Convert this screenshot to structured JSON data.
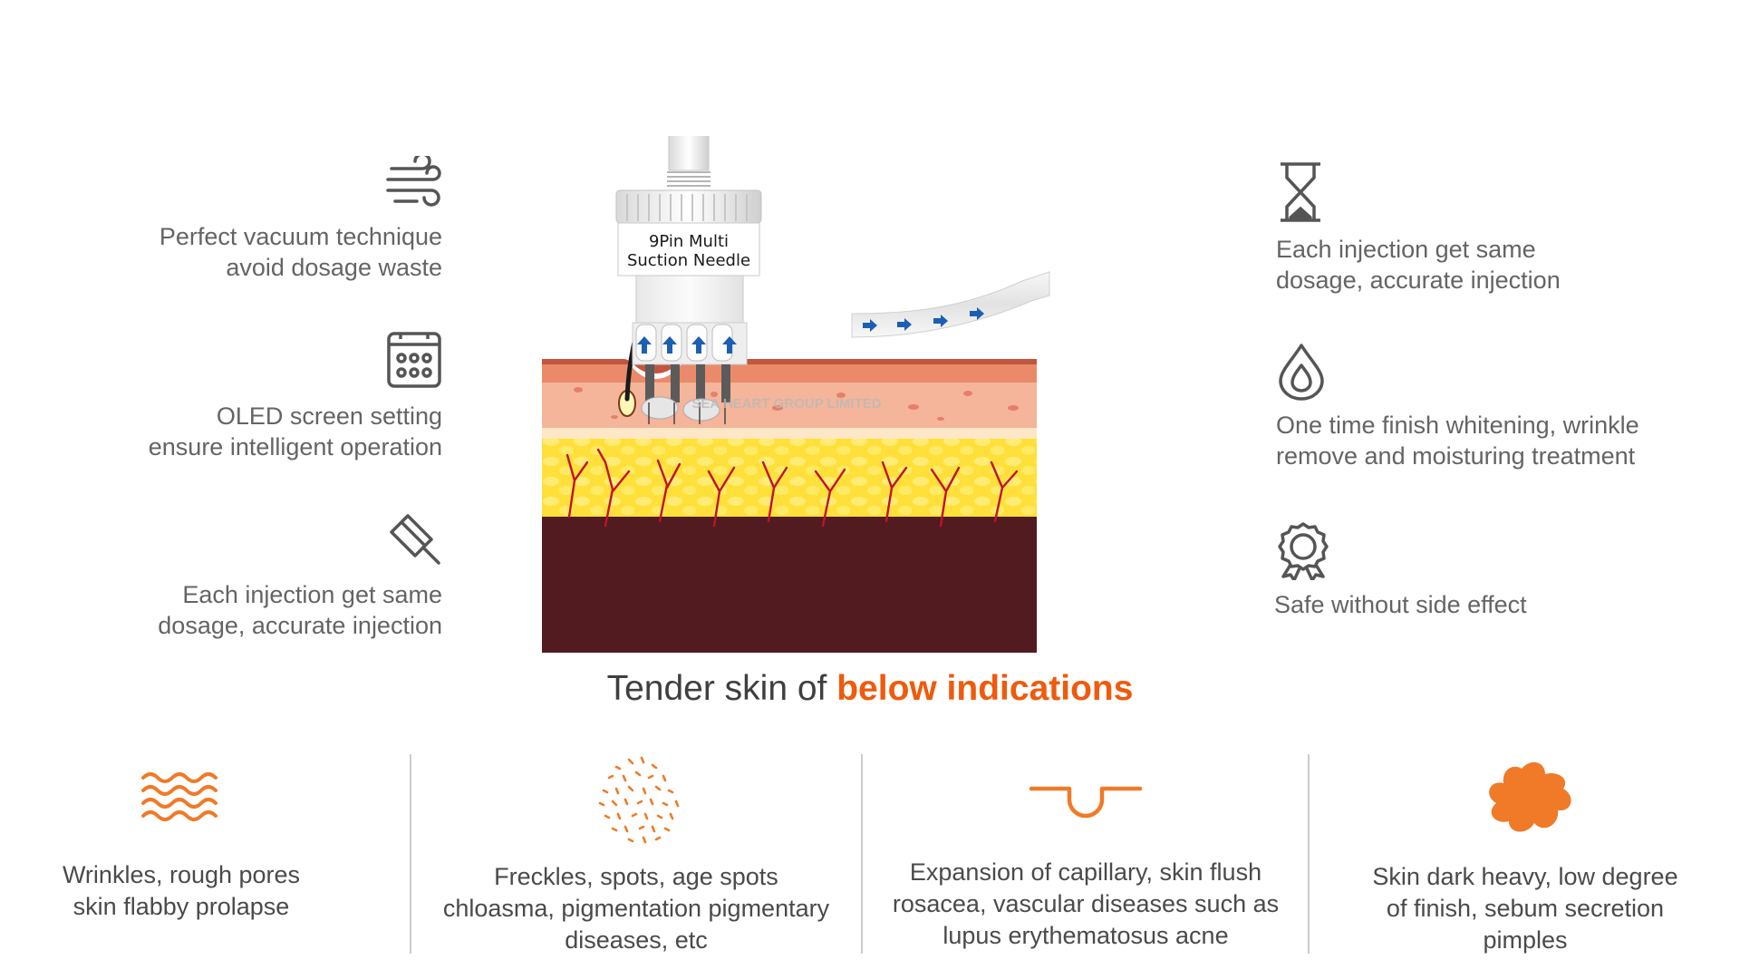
{
  "left_features": [
    {
      "icon": "wind-icon",
      "text": "Perfect vacuum technique\navoid dosage waste"
    },
    {
      "icon": "screen-grid-icon",
      "text": "OLED screen setting\nensure intelligent operation"
    },
    {
      "icon": "syringe-icon",
      "text": "Each injection get same\ndosage, accurate injection"
    }
  ],
  "right_features": [
    {
      "icon": "hourglass-icon",
      "text": "Each injection get same\ndosage, accurate injection"
    },
    {
      "icon": "water-drop-icon",
      "text": "One time finish whitening, wrinkle\nremove and moisturing treatment"
    },
    {
      "icon": "award-medal-icon",
      "text": "Safe without side effect"
    }
  ],
  "device": {
    "label_line1": "9Pin Multi",
    "label_line2": "Suction Needle"
  },
  "watermark": "SEA HEART GROUP LIMITED",
  "headline": {
    "prefix": "Tender skin of ",
    "highlight": "below indications"
  },
  "indications": [
    {
      "icon": "wrinkle-waves-icon",
      "text": "Wrinkles, rough pores\nskin flabby prolapse"
    },
    {
      "icon": "freckle-spots-icon",
      "text": "Freckles, spots, age spots\nchloasma, pigmentation pigmentary\ndiseases, etc"
    },
    {
      "icon": "capillary-dip-icon",
      "text": "Expansion of capillary, skin flush\nrosacea, vascular diseases such as\nlupus erythematosus acne"
    },
    {
      "icon": "dark-splotch-icon",
      "text": "Skin dark heavy, low degree\nof finish, sebum secretion\npimples"
    }
  ],
  "colors": {
    "accent": "#ef5a0c",
    "icon_gray": "#555555",
    "text_gray": "#646464"
  }
}
